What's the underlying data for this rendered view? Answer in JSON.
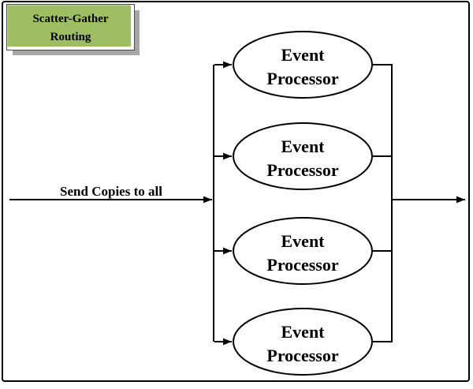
{
  "diagram": {
    "title_box": {
      "line1": "Scatter-Gather",
      "line2": "Routing",
      "fill_color": "#9dbe63",
      "shadow_color": "#a6a6a6",
      "text_color": "#000000"
    },
    "input_label": "Send Copies to all",
    "processors": [
      {
        "line1": "Event",
        "line2": "Processor"
      },
      {
        "line1": "Event",
        "line2": "Processor"
      },
      {
        "line1": "Event",
        "line2": "Processor"
      },
      {
        "line1": "Event",
        "line2": "Processor"
      }
    ],
    "colors": {
      "line": "#000000",
      "background": "#ffffff",
      "frame_border": "#000000"
    }
  }
}
